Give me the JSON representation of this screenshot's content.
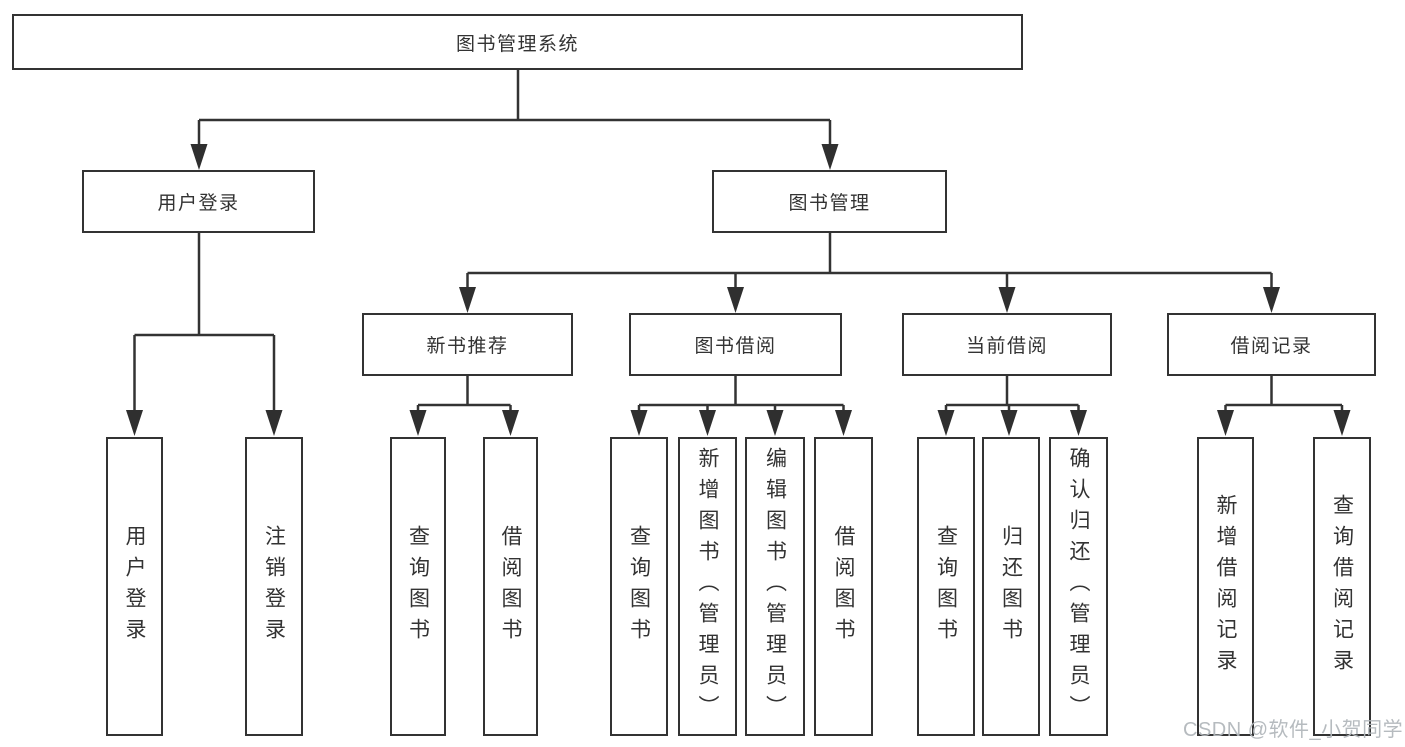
{
  "diagram": {
    "root": {
      "label": "图书管理系统",
      "children": [
        {
          "label": "用户登录",
          "children": [
            {
              "label": "用户登录"
            },
            {
              "label": "注销登录"
            }
          ]
        },
        {
          "label": "图书管理",
          "children": [
            {
              "label": "新书推荐",
              "children": [
                {
                  "label": "查询图书"
                },
                {
                  "label": "借阅图书"
                }
              ]
            },
            {
              "label": "图书借阅",
              "children": [
                {
                  "label": "查询图书"
                },
                {
                  "label": "新增图书（管理员）"
                },
                {
                  "label": "编辑图书（管理员）"
                },
                {
                  "label": "借阅图书"
                }
              ]
            },
            {
              "label": "当前借阅",
              "children": [
                {
                  "label": "查询图书"
                },
                {
                  "label": "归还图书"
                },
                {
                  "label": "确认归还（管理员）"
                }
              ]
            },
            {
              "label": "借阅记录",
              "children": [
                {
                  "label": "新增借阅记录"
                },
                {
                  "label": "查询借阅记录"
                }
              ]
            }
          ]
        }
      ]
    }
  },
  "watermark": {
    "text": "CSDN @软件_小贺同学"
  },
  "colors": {
    "line": "#333333",
    "text": "#333333",
    "box_background": "#ffffff",
    "watermark": "#b2b7bc",
    "background": "#ffffff"
  }
}
